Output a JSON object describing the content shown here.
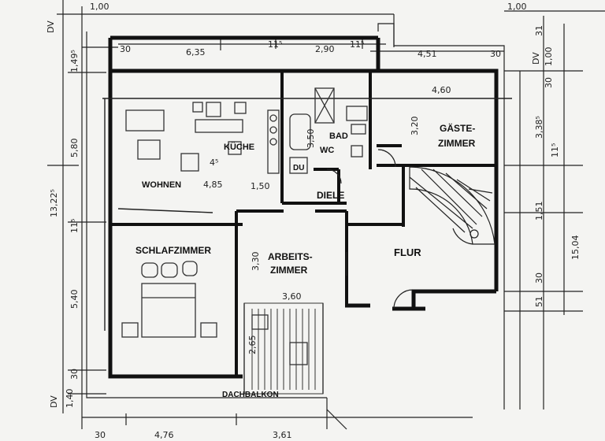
{
  "rooms": {
    "wohnen": "WOHNEN",
    "kueche": "KÜCHE",
    "bad": "BAD",
    "wc": "WC",
    "du": "DU",
    "gaeste_line1": "GÄSTE-",
    "gaeste_line2": "ZIMMER",
    "diele": "DIELE",
    "schlafzimmer": "SCHLAFZIMMER",
    "arbeits_line1": "ARBEITS-",
    "arbeits_line2": "ZIMMER",
    "flur": "FLUR",
    "dachbalkon": "DACHBALKON"
  },
  "dimensions": {
    "top_30": "30",
    "top_635": "6,35",
    "top_115": "11⁵",
    "top_290": "2,90",
    "top_115b": "11⁵",
    "top_451": "4,51",
    "top_30b": "30",
    "top_100_left": "1,00",
    "top_100_right": "1,00",
    "wohnen_485": "4,85",
    "wohnen_150": "1,50",
    "wohnen_45": "4⁵",
    "bad_350": "3,50",
    "gaeste_460": "4,60",
    "gaeste_320": "3,20",
    "arbeits_330": "3,30",
    "arbeits_360": "3,60",
    "balkon_265": "2,65",
    "left_dv": "DV",
    "left_149": "1,49⁵",
    "left_580": "5,80",
    "left_13225": "13,22⁵",
    "left_11": "11⁵",
    "left_540": "5,40",
    "left_30": "30",
    "left_140": "1,40",
    "left_dv2": "DV",
    "right_31": "31",
    "right_100": "1,00",
    "right_dv": "DV",
    "right_30": "30",
    "right_338": "3,38⁵",
    "right_11": "11⁵",
    "right_151": "1,51",
    "right_1504": "15,04",
    "right_30b": "30",
    "right_51": "51",
    "bottom_30": "30",
    "bottom_476": "4,76",
    "bottom_361": "3,61"
  }
}
